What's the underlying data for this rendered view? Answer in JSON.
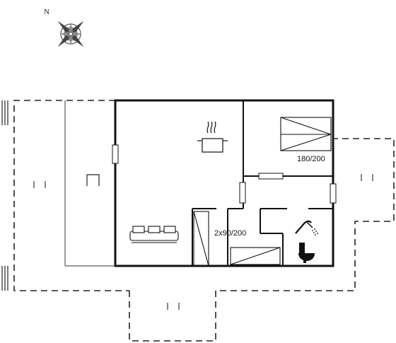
{
  "compass": {
    "north_label": "N"
  },
  "rooms": {
    "bedroom_double": {
      "bed_label": "180/200"
    },
    "bedroom_twin": {
      "bed_label": "2x90/200"
    },
    "kitchen": {
      "icon": "cooking-pot-icon"
    },
    "living": {
      "icon": "sofa-icon"
    },
    "bathroom": {
      "icons": [
        "shower-icon",
        "toilet-icon"
      ]
    }
  },
  "colors": {
    "line": "#111111",
    "dash": "#222222",
    "window": "#ffffff"
  }
}
